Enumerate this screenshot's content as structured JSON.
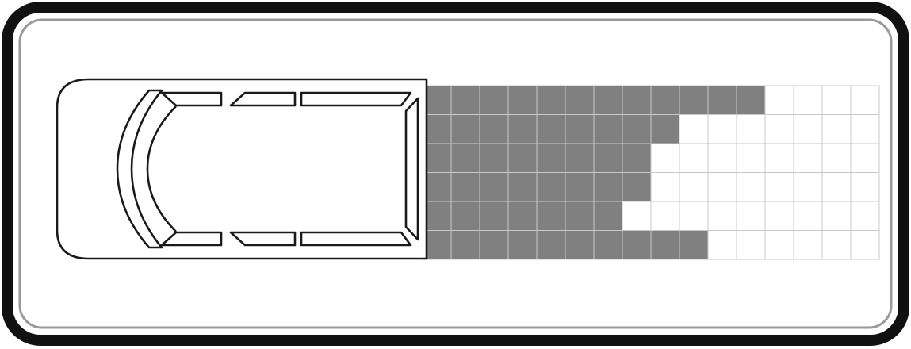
{
  "colors": {
    "frame_outer": "#111111",
    "frame_inner": "#9a9a9a",
    "vehicle_outline": "#1a1a1a",
    "filled_cell": "#808080",
    "empty_cell": "#ffffff",
    "grid_line": "#c8c8c8"
  },
  "grid": {
    "columns": 16,
    "rows": 6,
    "filled_cells_per_row": [
      12,
      9,
      8,
      8,
      7,
      10
    ]
  }
}
